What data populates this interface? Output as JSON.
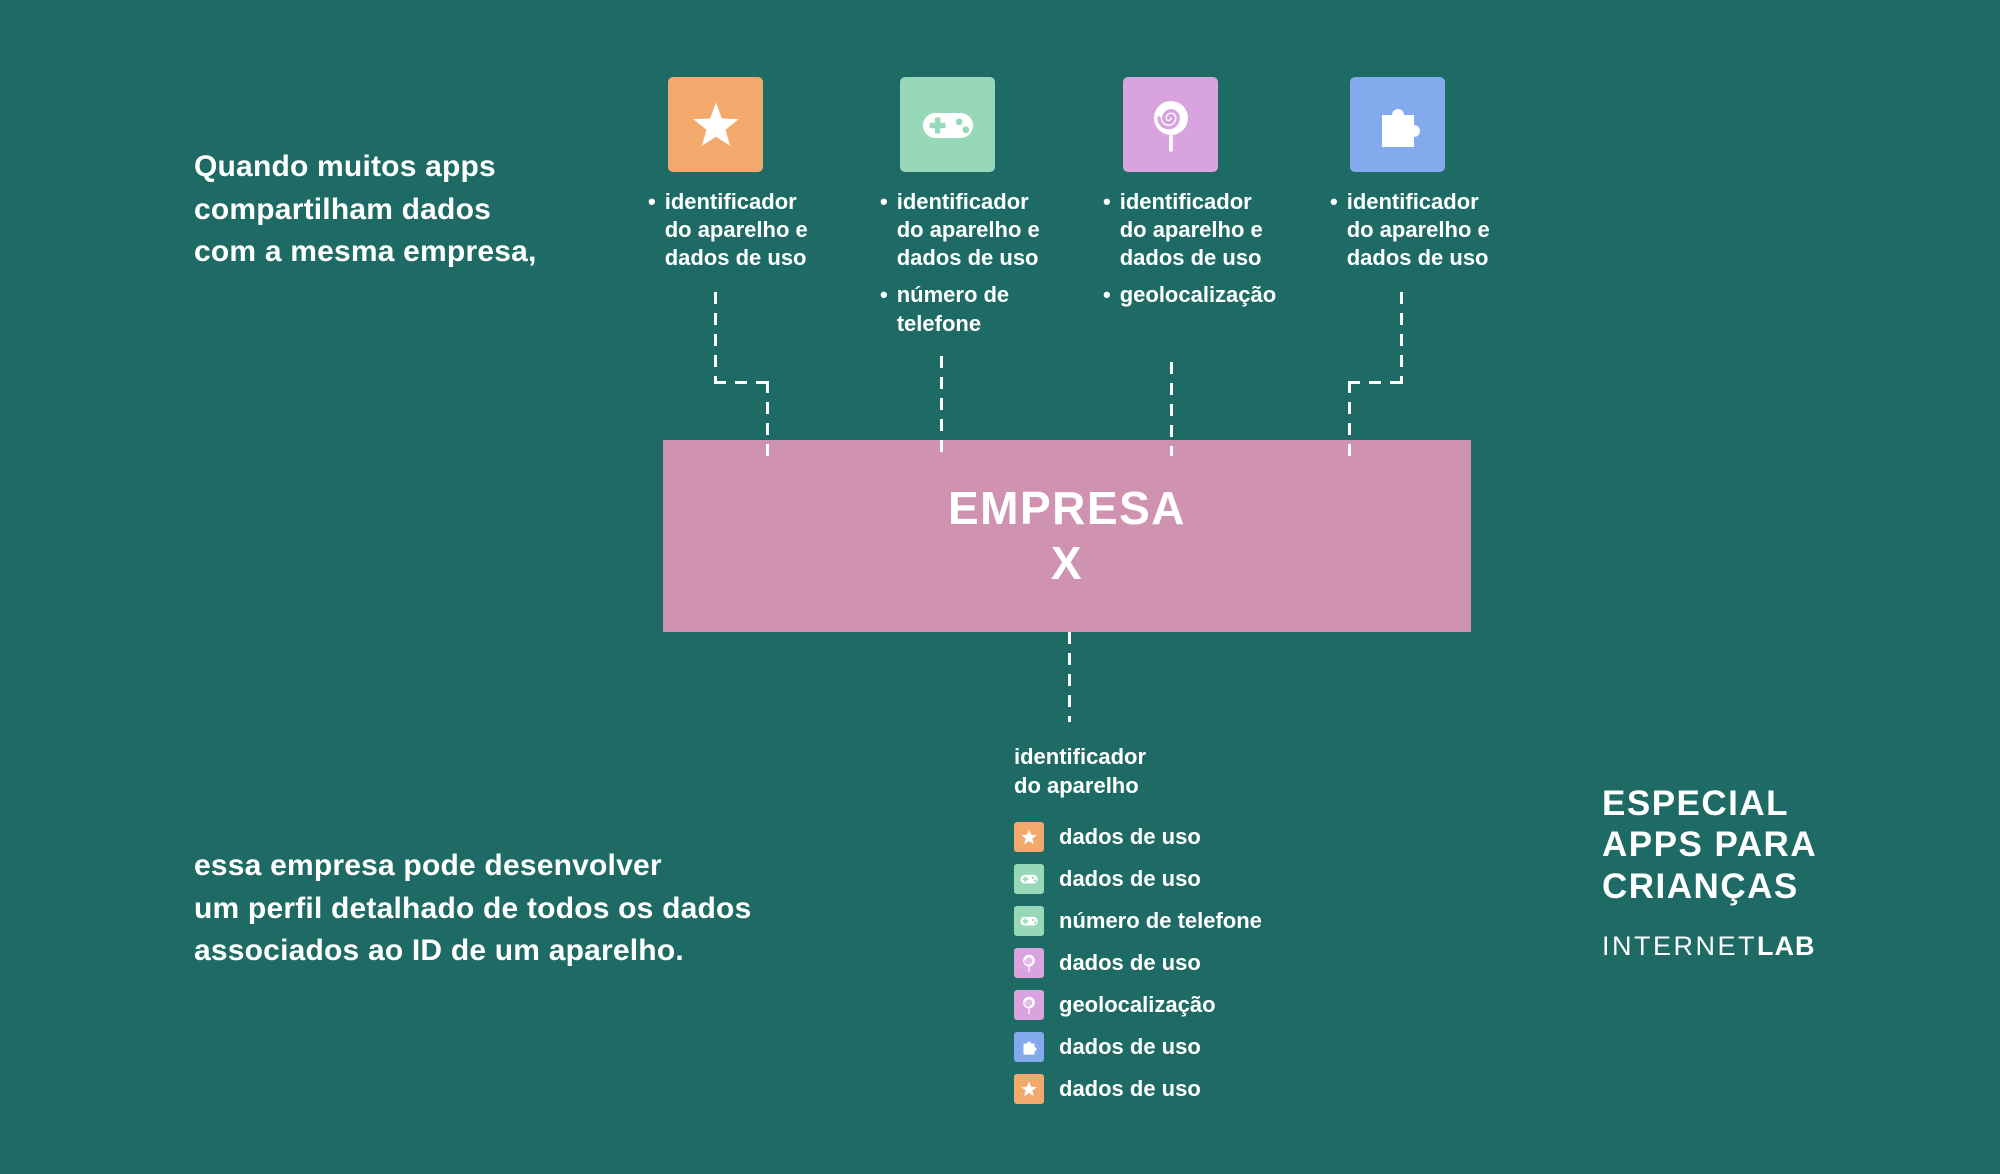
{
  "colors": {
    "background": "#1e6b65",
    "company_box": "#cf93b1",
    "app_orange": "#f3a96b",
    "app_green": "#97d8b9",
    "app_purple": "#d9a3df",
    "app_blue": "#83aaec",
    "text": "#ffffff"
  },
  "intro": {
    "text": "Quando muitos apps\ncompartilham dados\ncom a mesma empresa,"
  },
  "apps": [
    {
      "icon": "star-icon",
      "color": "#f3a96b",
      "bullets": [
        "identificador do aparelho e dados de uso"
      ]
    },
    {
      "icon": "gamepad-icon",
      "color": "#97d8b9",
      "bullets": [
        "identificador do aparelho e dados de uso",
        "número de telefone"
      ]
    },
    {
      "icon": "lollipop-icon",
      "color": "#d9a3df",
      "bullets": [
        "identificador do aparelho e dados de uso",
        "geolocalização"
      ]
    },
    {
      "icon": "puzzle-icon",
      "color": "#83aaec",
      "bullets": [
        "identificador do aparelho e dados de uso"
      ]
    }
  ],
  "company": {
    "label": "EMPRESA\nX"
  },
  "profile": {
    "header": "identificador\ndo aparelho",
    "items": [
      {
        "icon": "star-icon",
        "label": "dados de uso"
      },
      {
        "icon": "gamepad-icon",
        "label": "dados de uso"
      },
      {
        "icon": "gamepad-icon",
        "label": "número de telefone"
      },
      {
        "icon": "lollipop-icon",
        "label": "dados de uso"
      },
      {
        "icon": "lollipop-icon",
        "label": "geolocalização"
      },
      {
        "icon": "puzzle-icon",
        "label": "dados de uso"
      },
      {
        "icon": "star-icon",
        "label": "dados de uso"
      }
    ]
  },
  "conclusion": {
    "text": "essa empresa pode desenvolver\num perfil detalhado de todos os dados\nassociados ao ID de um aparelho."
  },
  "branding": {
    "title": "ESPECIAL\nAPPS PARA\nCRIANÇAS",
    "logo_internet": "INTERNET",
    "logo_lab": "LAB"
  }
}
